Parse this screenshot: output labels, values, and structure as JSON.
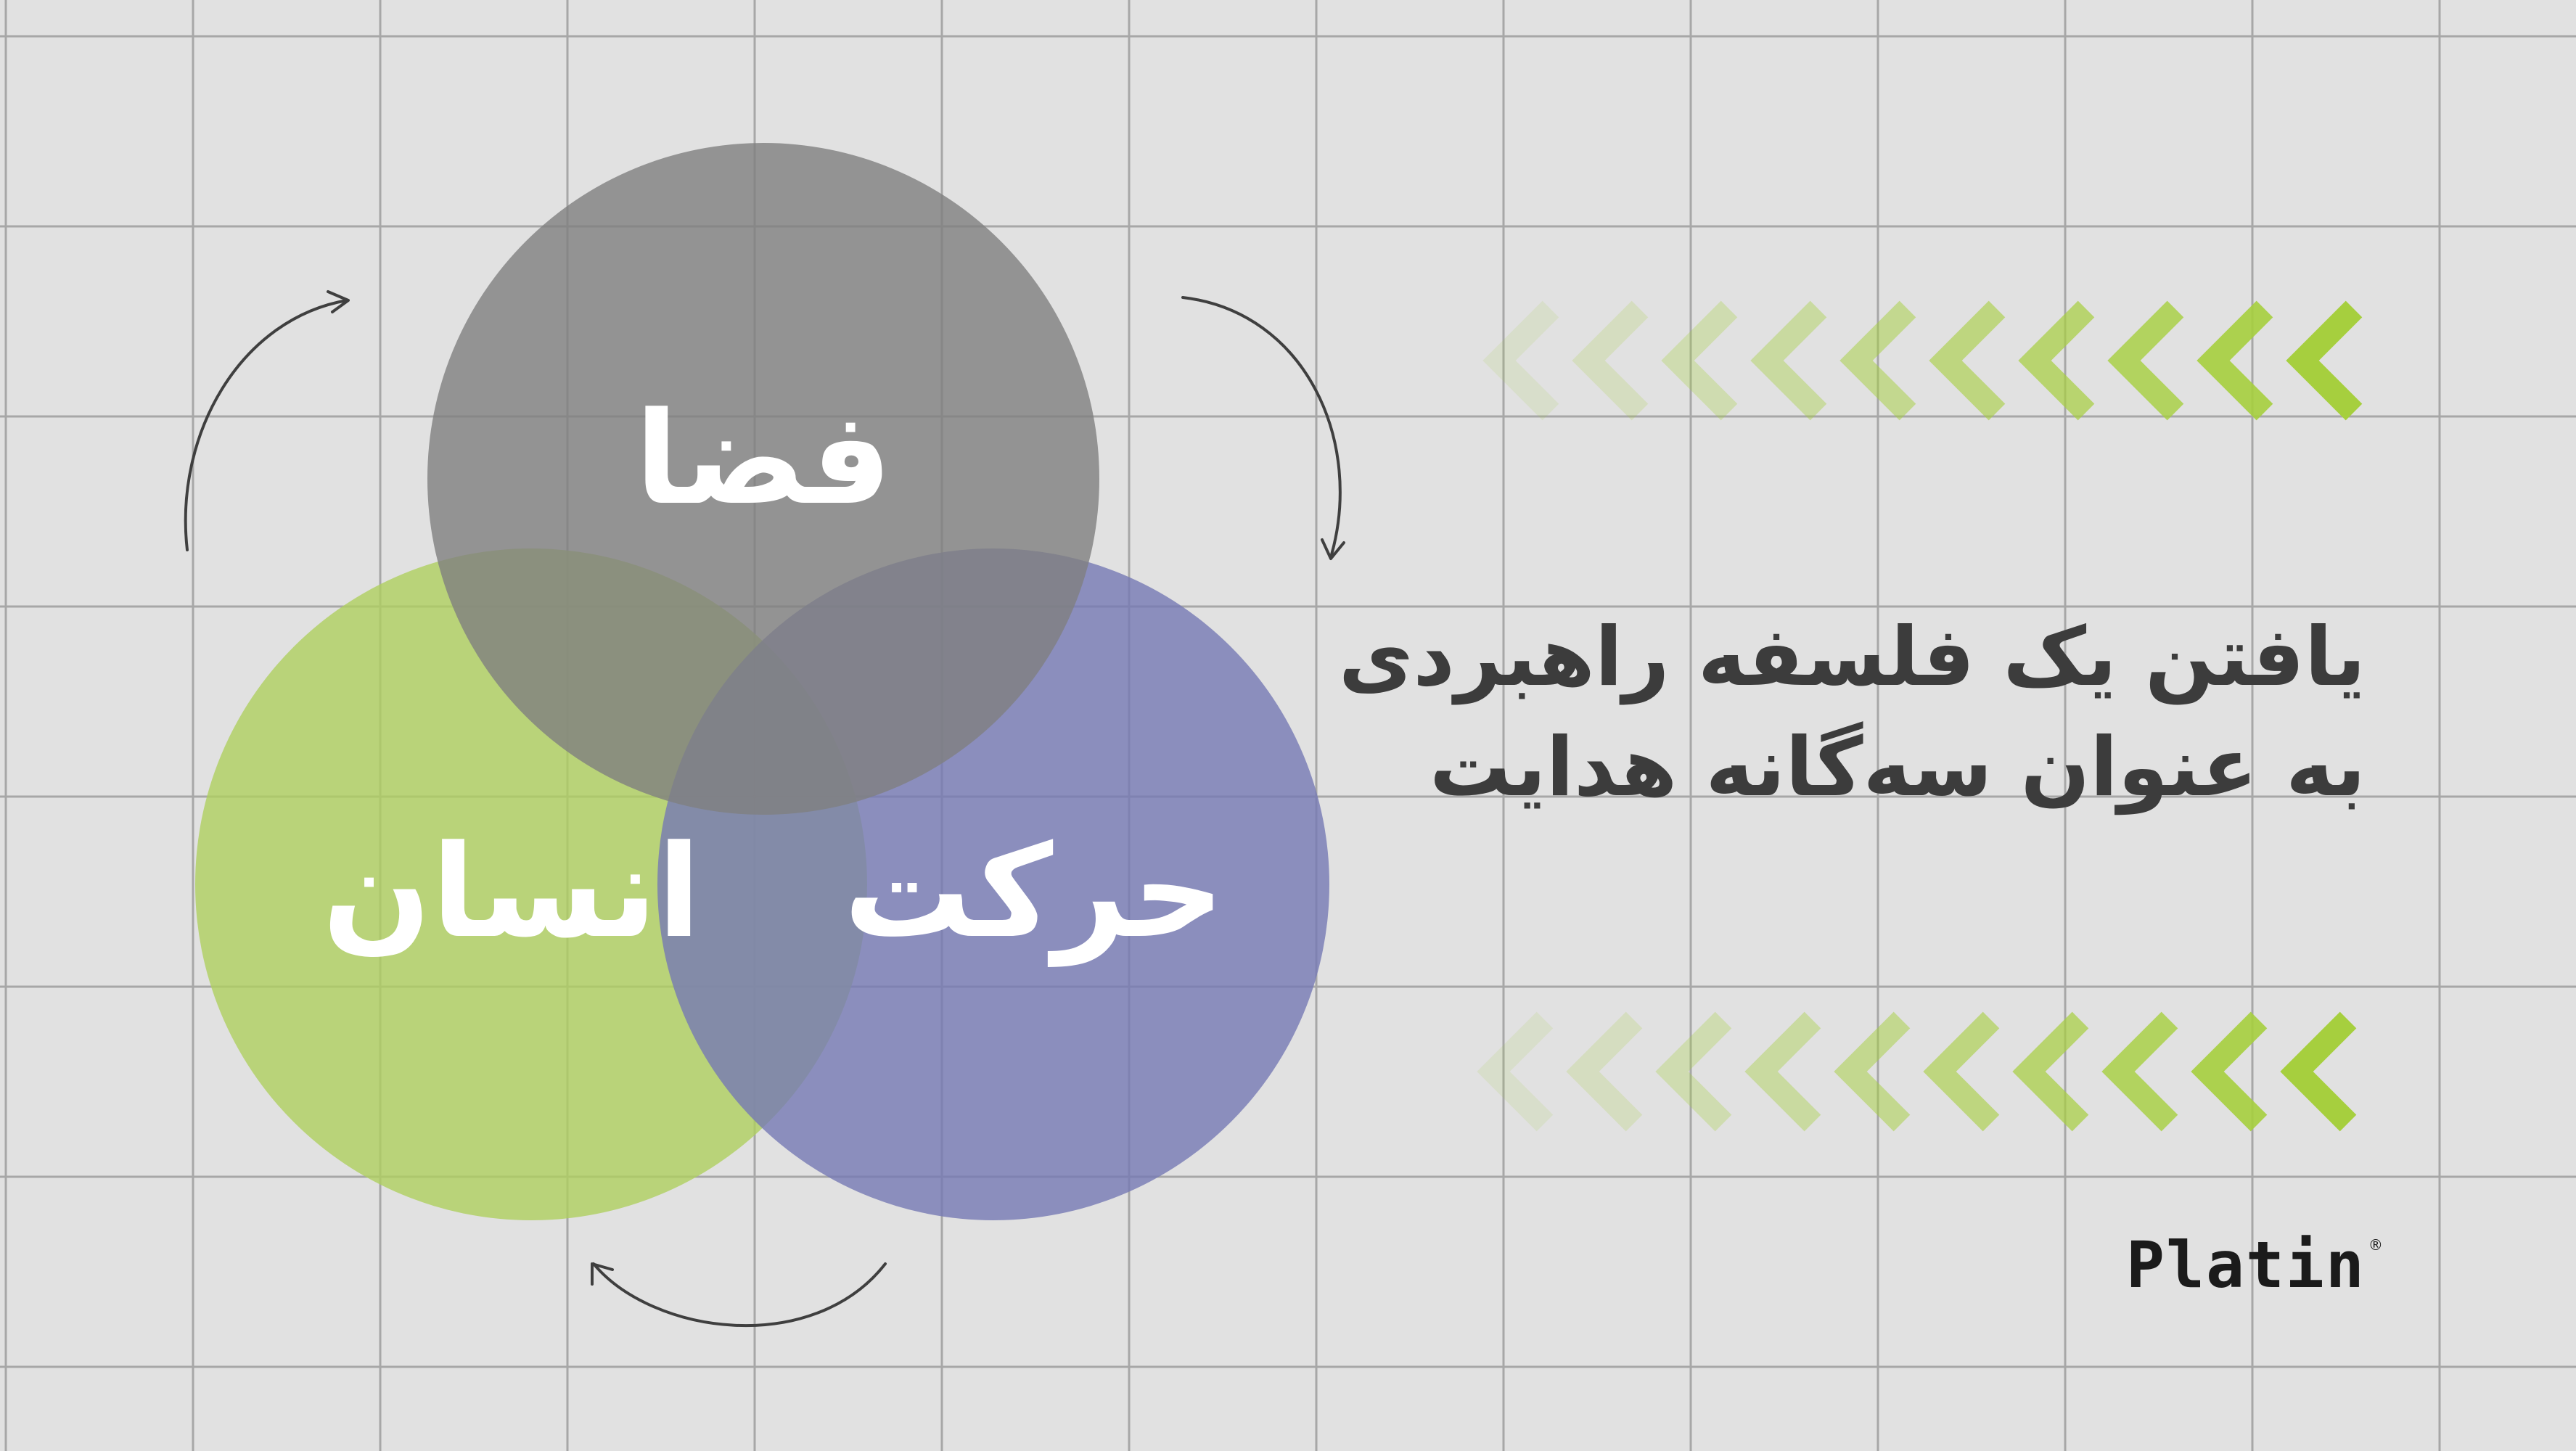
{
  "venn": {
    "space_label": "فضا",
    "human_label": "انسان",
    "motion_label": "حرکت"
  },
  "headline": {
    "line1": "یافتن یک فلسفه راهبردی",
    "line2": "به عنوان سه‌گانه هدایت"
  },
  "logo": {
    "wordmark": "Platin",
    "registered_mark": "®"
  },
  "colors": {
    "background": "#e1e1e1",
    "grid_line": "#a7a7a7",
    "space_circle": "#808080",
    "human_circle": "#afd05f",
    "motion_circle": "#7579b4",
    "chevron_accent": "#9fcc3a",
    "text_dark": "#3c3c3c"
  },
  "icons": {
    "cycle_arrows": "curved-arrow-icon",
    "chevron_rows": "chevron-left-icon"
  }
}
